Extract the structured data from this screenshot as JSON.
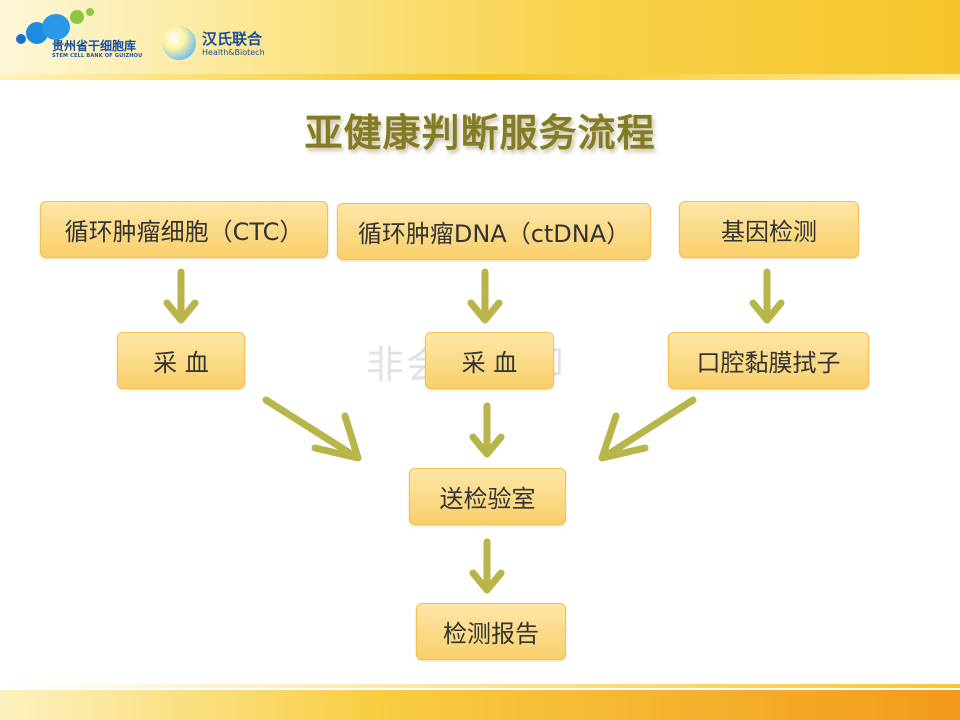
{
  "header": {
    "logo1_text": "贵州省干细胞库",
    "logo1_sub": "STEM CELL BANK OF GUIZHOU",
    "logo2_text": "汉氏联合",
    "logo2_sub": "Health&Biotech"
  },
  "title": "亚健康判断服务流程",
  "watermark": "非会员水印",
  "nodes": {
    "ctc": "循环肿瘤细胞（CTC）",
    "ctdna": "循环肿瘤DNA（ctDNA）",
    "gene": "基因检测",
    "blood1": "采  血",
    "blood2": "采  血",
    "swab": "口腔黏膜拭子",
    "lab": "送检验室",
    "report": "检测报告"
  },
  "colors": {
    "arrow": "#b8b54a",
    "box": "#f9cf6a",
    "title": "#857b24"
  }
}
